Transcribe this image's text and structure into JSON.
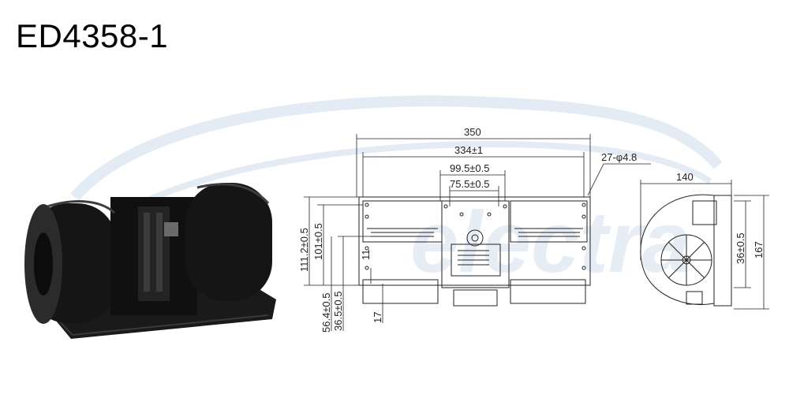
{
  "title": "ED4358-1",
  "watermark": {
    "text": "electra",
    "color": "#dfe8f2"
  },
  "photo": {
    "icon": "blower-motor-photo"
  },
  "dimensions": {
    "overall_width": "350",
    "hole_spacing": "334±1",
    "inner_span": "99.5±0.5",
    "inner_span_small": "75.5±0.5",
    "holes": "27-φ4.8",
    "depth": "140",
    "height_a": "111.2±0.5",
    "height_b": "101±0.5",
    "small_offset": "11",
    "offset_a": "56.4±0.5",
    "offset_b": "36.5±0.5",
    "bottom_offset": "17",
    "side_outlet": "36±0.5",
    "total_height": "167"
  },
  "colors": {
    "line": "#222222",
    "body": "#111111"
  }
}
